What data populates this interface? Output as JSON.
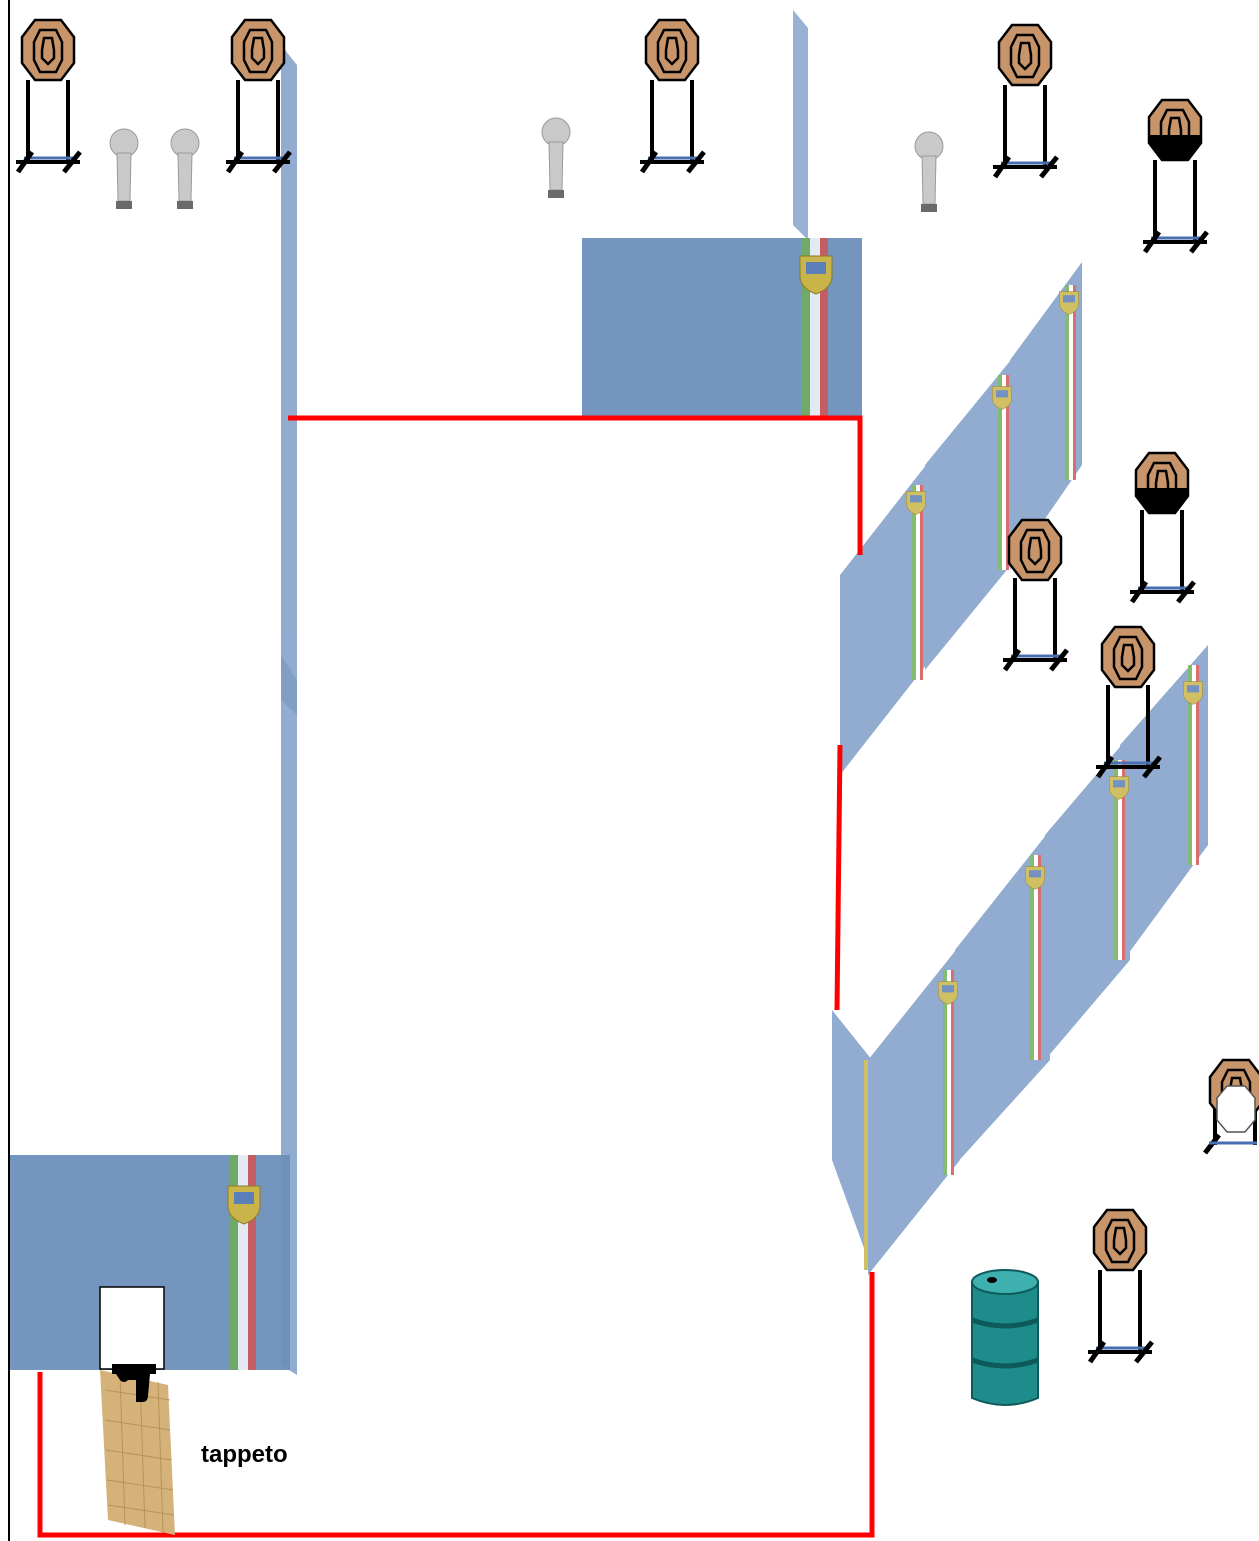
{
  "diagram": {
    "labels": {
      "mat": "tappeto"
    },
    "colors": {
      "wall": "#7f9dc8",
      "wall_dark": "#6d8fb9",
      "fault_line": "#ff0000",
      "target": "#c8956a",
      "target_outline": "#000000",
      "no_shoot": "#000000",
      "popper": "#c9c9c9",
      "barrel": "#1f8c8c",
      "flag_green": "#6fae5a",
      "flag_white": "#ffffff",
      "flag_red": "#d45555",
      "mat": "#d4b27a"
    },
    "elements": {
      "paper_targets": 9,
      "no_shoot_targets": 3,
      "steel_poppers": 4,
      "barrels": 1,
      "wall_panels": 11,
      "start_position": "handgun-icon"
    }
  }
}
